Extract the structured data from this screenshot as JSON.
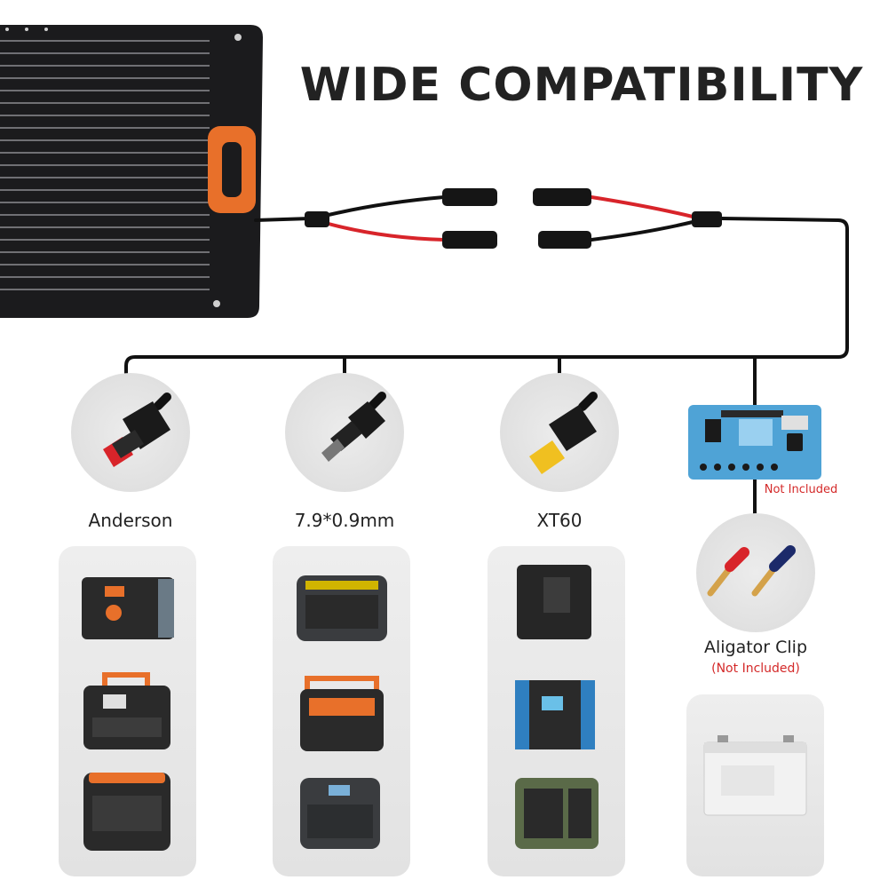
{
  "title": "WIDE COMPATIBILITY",
  "connectors": [
    {
      "name": "anderson",
      "label": "Anderson"
    },
    {
      "name": "dc-barrel",
      "label": "7.9*0.9mm"
    },
    {
      "name": "xt60",
      "label": "XT60"
    }
  ],
  "controller": {
    "note": "Not Included"
  },
  "clip": {
    "label": "Aligator Clip",
    "note": "(Not Included)"
  },
  "colors": {
    "accent": "#e8702a",
    "cable_red": "#d8242a",
    "text": "#222222",
    "note": "#d42a2a",
    "panel_bg": "#e6e6e6"
  }
}
